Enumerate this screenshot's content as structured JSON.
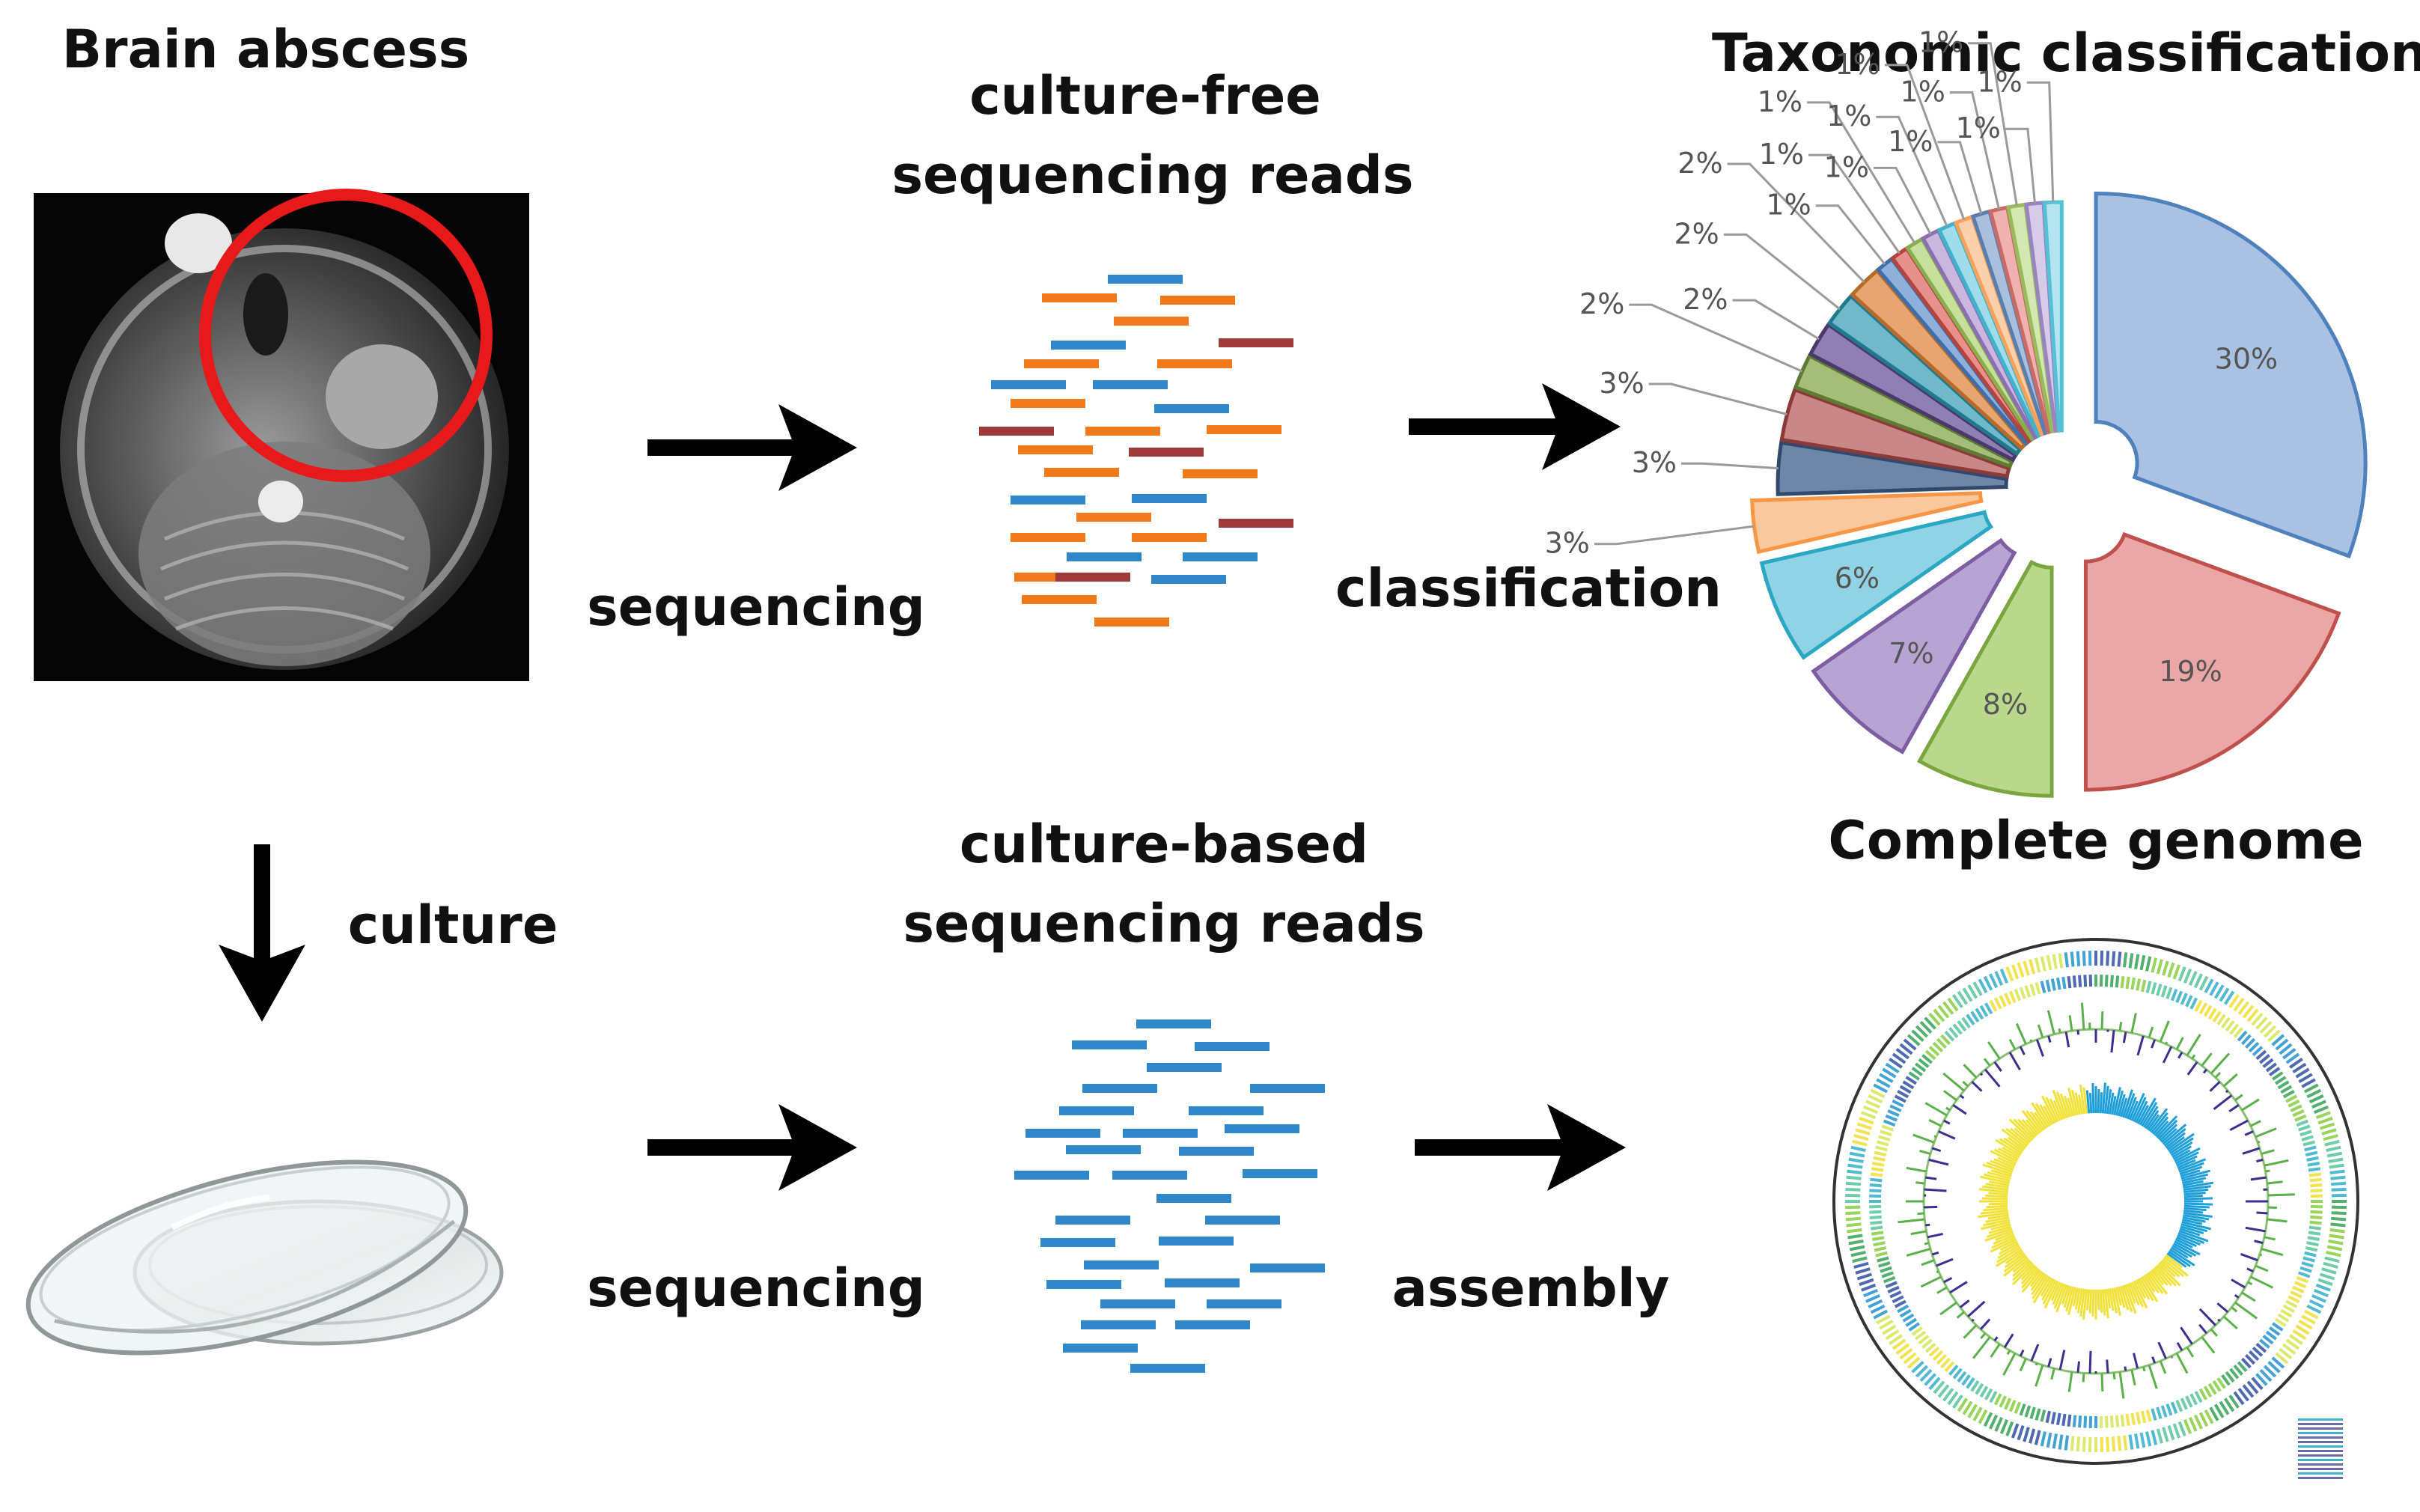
{
  "top": {
    "brain_title": "Brain abscess",
    "reads_title_line1": "culture-free",
    "reads_title_line2": "sequencing reads",
    "sequencing_label": "sequencing",
    "classification_label": "classification",
    "taxonomy_title": "Taxonomic classification"
  },
  "bottom": {
    "culture_label": "culture",
    "reads_title_line1": "culture-based",
    "reads_title_line2": "sequencing reads",
    "sequencing_label": "sequencing",
    "assembly_label": "assembly",
    "genome_title": "Complete genome"
  },
  "colors": {
    "read_orange": "#f07a1a",
    "read_blue": "#2f86c8",
    "read_darkred": "#9e3a3a",
    "highlight_circle": "#e8191b",
    "arrow": "#000000"
  },
  "chart_data": {
    "type": "pie",
    "title": "",
    "exploded": true,
    "slices": [
      {
        "label": "30%",
        "value": 30,
        "color": "#4f81bd",
        "fill": "#a9c2e3"
      },
      {
        "label": "19%",
        "value": 19,
        "color": "#c0504d",
        "fill": "#eba7a6"
      },
      {
        "label": "8%",
        "value": 8,
        "color": "#7aa53f",
        "fill": "#b9d88c"
      },
      {
        "label": "7%",
        "value": 7,
        "color": "#7d5ea3",
        "fill": "#b7a4d2"
      },
      {
        "label": "6%",
        "value": 6,
        "color": "#2aa7c2",
        "fill": "#8fd3e4"
      },
      {
        "label": "3%",
        "value": 3,
        "color": "#f79646",
        "fill": "#fbc79c"
      },
      {
        "label": "3%",
        "value": 3,
        "color": "#31496b",
        "fill": "#6e86a8"
      },
      {
        "label": "3%",
        "value": 3,
        "color": "#8b3a39",
        "fill": "#c98886"
      },
      {
        "label": "2%",
        "value": 2,
        "color": "#5f7a33",
        "fill": "#a3be78"
      },
      {
        "label": "2%",
        "value": 2,
        "color": "#4a3a6b",
        "fill": "#8e7fb4"
      },
      {
        "label": "2%",
        "value": 2,
        "color": "#21798e",
        "fill": "#6fb9cb"
      },
      {
        "label": "2%",
        "value": 2,
        "color": "#b76a2a",
        "fill": "#e6a571"
      },
      {
        "label": "1%",
        "value": 1,
        "color": "#3f6fa8",
        "fill": "#8fb0da"
      },
      {
        "label": "1%",
        "value": 1,
        "color": "#b5443f",
        "fill": "#e8908c"
      },
      {
        "label": "1%",
        "value": 1,
        "color": "#8aad50",
        "fill": "#c7e09b"
      },
      {
        "label": "1%",
        "value": 1,
        "color": "#8a70b0",
        "fill": "#c9b7e0"
      },
      {
        "label": "1%",
        "value": 1,
        "color": "#3fb3cc",
        "fill": "#a0dcea"
      },
      {
        "label": "1%",
        "value": 1,
        "color": "#f6a25c",
        "fill": "#fbd0aa"
      },
      {
        "label": "1%",
        "value": 1,
        "color": "#5a7fae",
        "fill": "#a8c0de"
      },
      {
        "label": "1%",
        "value": 1,
        "color": "#c96a67",
        "fill": "#f0b2b0"
      },
      {
        "label": "1%",
        "value": 1,
        "color": "#98bb5c",
        "fill": "#d3e8b0"
      },
      {
        "label": "1%",
        "value": 1,
        "color": "#9a84c0",
        "fill": "#d7cbea"
      },
      {
        "label": "1%",
        "value": 1,
        "color": "#55c0d6",
        "fill": "#b3e4ef"
      }
    ]
  }
}
